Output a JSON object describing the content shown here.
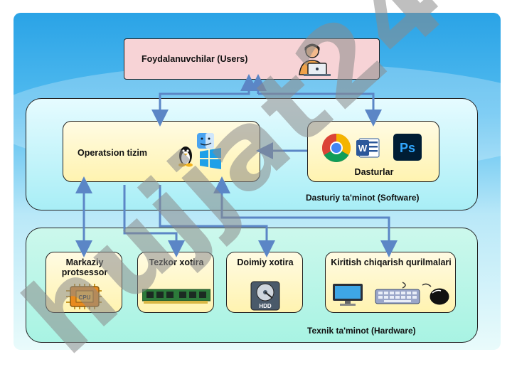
{
  "users": {
    "label": "Foydalanuvchilar (Users)"
  },
  "software": {
    "caption": "Dasturiy ta'minot (Software)",
    "os_label": "Operatsion tizim",
    "programs_label": "Dasturlar"
  },
  "hardware": {
    "caption": "Texnik ta'minot (Hardware)",
    "cpu_label": "Markaziy protsessor",
    "ram_label": "Tezkor xotira",
    "storage_label": "Doimiy xotira",
    "io_label": "Kiritish chiqarish qurilmalari",
    "cpu_chip_text": "CPU",
    "hdd_text": "HDD"
  },
  "watermark": {
    "text": "hujjat24"
  },
  "colors": {
    "arrow": "#5b86c6",
    "watermark": "#8a8a8a",
    "watermark_accent": "#8a6fe8"
  }
}
